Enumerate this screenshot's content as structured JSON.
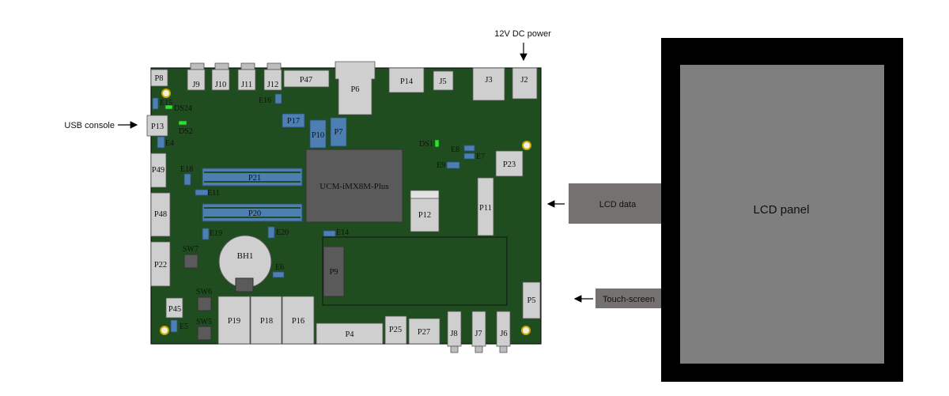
{
  "annotations": {
    "power": "12V DC power",
    "usb": "USB console",
    "lcd_data": "LCD data",
    "touch": "Touch-screen"
  },
  "lcd": {
    "label": "LCD panel"
  },
  "board": {
    "soc": "UCM-iMX8M-Plus",
    "battery": "BH1",
    "connectors": {
      "P8": "P8",
      "J9": "J9",
      "J10": "J10",
      "J11": "J11",
      "J12": "J12",
      "P47": "P47",
      "P6": "P6",
      "P14": "P14",
      "J5": "J5",
      "J3": "J3",
      "J2": "J2",
      "P13": "P13",
      "P49": "P49",
      "P48": "P48",
      "P22": "P22",
      "P45": "P45",
      "P17": "P17",
      "P10": "P10",
      "P7": "P7",
      "P21": "P21",
      "P20": "P20",
      "P23": "P23",
      "P12": "P12",
      "P11": "P11",
      "P9": "P9",
      "P5": "P5",
      "P19": "P19",
      "P18": "P18",
      "P16": "P16",
      "P4": "P4",
      "P25": "P25",
      "P27": "P27",
      "J8": "J8",
      "J7": "J7",
      "J6": "J6"
    },
    "labels": {
      "E15": "E15",
      "DS24": "DS24",
      "DS2": "DS2",
      "E16": "E16",
      "E4": "E4",
      "DS1": "DS1",
      "E8": "E8",
      "E7": "E7",
      "E9": "E9",
      "E18": "E18",
      "E11": "E11",
      "E19": "E19",
      "E20": "E20",
      "E14": "E14",
      "E6": "E6",
      "SW7": "SW7",
      "SW6": "SW6",
      "SW5": "SW5",
      "E5": "E5"
    }
  }
}
